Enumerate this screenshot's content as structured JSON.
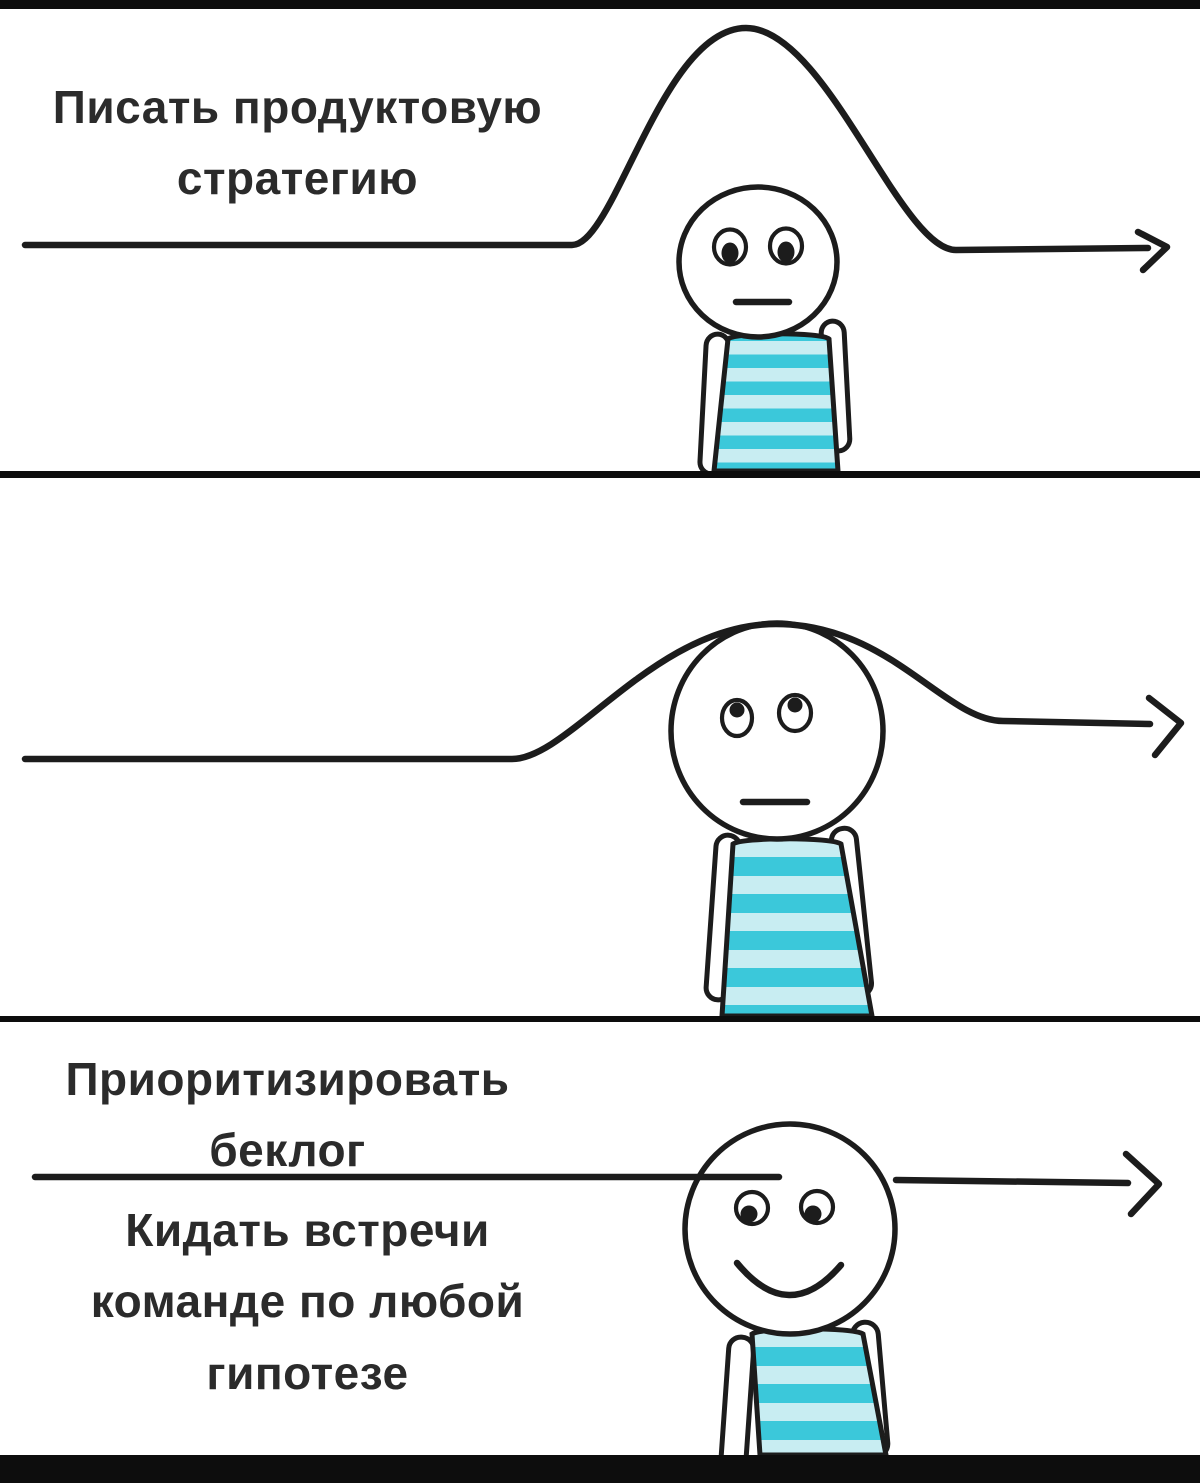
{
  "colors": {
    "page_bg": "#ffffff",
    "bar": "#0d0d0d",
    "line": "#1c1c1c",
    "text": "#2b2b2b",
    "skin": "#ffffff",
    "shirt_light": "#c8edf2",
    "shirt_dark": "#3bc8da"
  },
  "panels": [
    {
      "caption_lines": [
        "Писать продуктовую",
        "стратегию"
      ],
      "alt": "Arrow line arcs far above the character's head; neutral face"
    },
    {
      "caption_lines": [
        "Приоритизировать",
        "беклог"
      ],
      "alt": "Arrow line grazes just over the top of the character's head; eyes look up"
    },
    {
      "caption_lines": [
        "Кидать встречи",
        "команде по любой",
        "гипотезе"
      ],
      "alt": "Arrow line goes straight through the character's head; smiling face"
    }
  ]
}
